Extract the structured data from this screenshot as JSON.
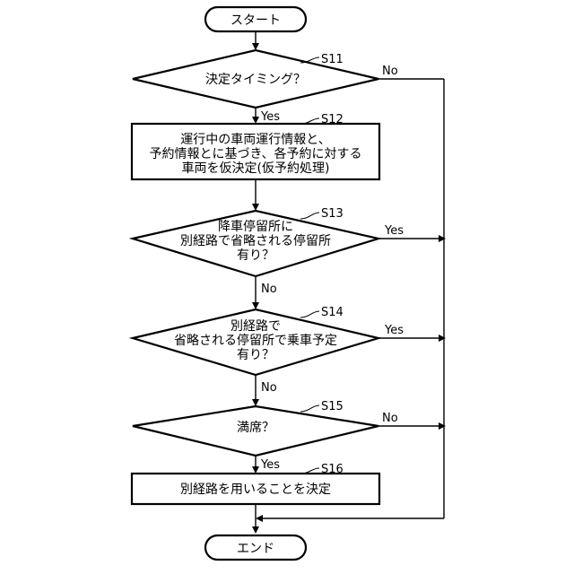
{
  "flowchart": {
    "start": "スタート",
    "end": "エンド",
    "s11": {
      "label": "S11",
      "text": "決定タイミング？",
      "no": "No",
      "yes": "Yes"
    },
    "s12": {
      "label": "S12",
      "lines": [
        "運行中の車両運行情報と、",
        "予約情報とに基づき、各予約に対する",
        "車両を仮決定(仮予約処理)"
      ]
    },
    "s13": {
      "label": "S13",
      "lines": [
        "降車停留所に",
        "別経路で省略される停留所",
        "有り？"
      ],
      "yes": "Yes",
      "no": "No"
    },
    "s14": {
      "label": "S14",
      "lines": [
        "別経路で",
        "省略される停留所で乗車予定",
        "有り？"
      ],
      "yes": "Yes",
      "no": "No"
    },
    "s15": {
      "label": "S15",
      "text": "満席？",
      "no": "No",
      "yes": "Yes"
    },
    "s16": {
      "label": "S16",
      "text": "別経路を用いることを決定"
    }
  }
}
